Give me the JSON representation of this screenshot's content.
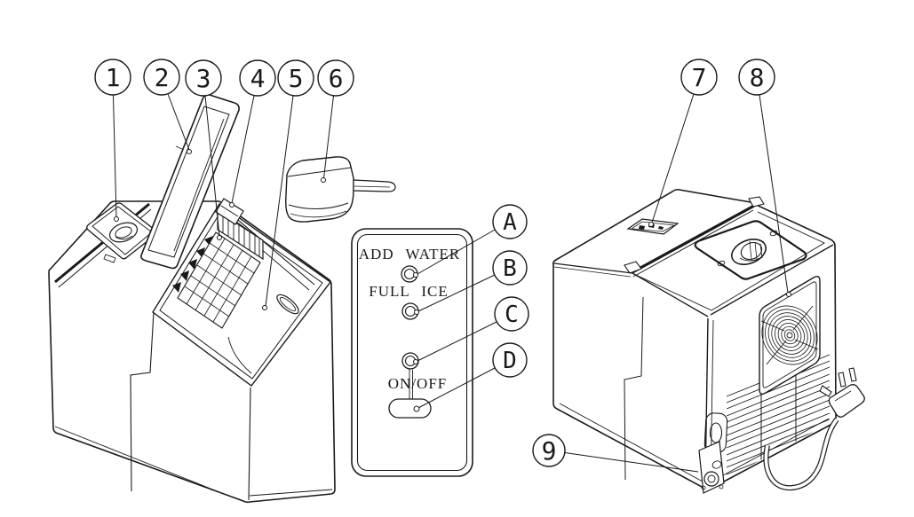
{
  "diagram": {
    "callout_numbers": [
      "1",
      "2",
      "3",
      "4",
      "5",
      "6",
      "7",
      "8",
      "9"
    ],
    "callout_letters": [
      "A",
      "B",
      "C",
      "D"
    ],
    "control_panel": {
      "add_water_label": "ADD WATER",
      "full_ice_label": "FULL ICE",
      "on_off_label": "ON/OFF"
    },
    "colors": {
      "line": "#1a1a1a",
      "background": "#ffffff"
    }
  }
}
